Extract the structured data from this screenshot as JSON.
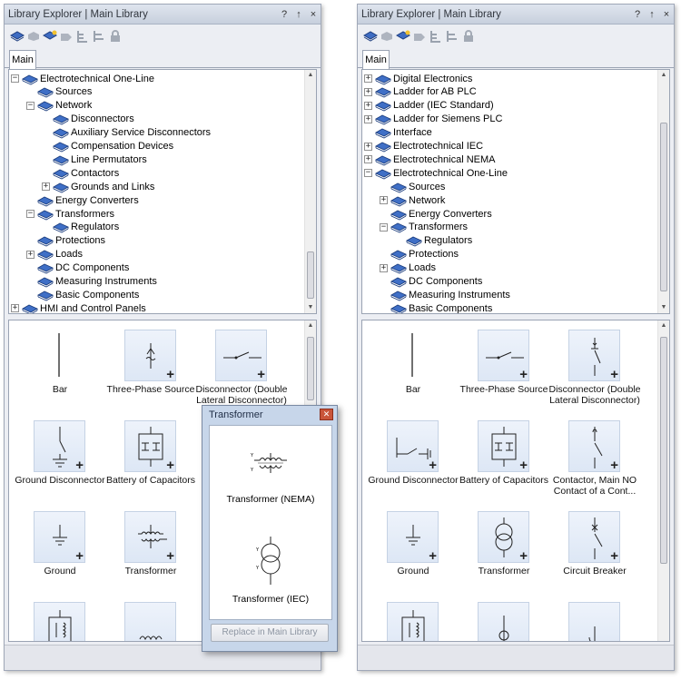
{
  "left": {
    "title": "Library Explorer | Main Library",
    "tab": "Main",
    "tree": [
      "Electrotechnical One-Line",
      "Sources",
      "Network",
      "Disconnectors",
      "Auxiliary Service Disconnectors",
      "Compensation Devices",
      "Line Permutators",
      "Contactors",
      "Grounds and Links",
      "Energy Converters",
      "Transformers",
      "Regulators",
      "Protections",
      "Loads",
      "DC Components",
      "Measuring Instruments",
      "Basic Components",
      "HMI and Control Panels"
    ],
    "tiles": [
      "Bar",
      "Three-Phase Source",
      "Disconnector (Double Lateral Disconnector)",
      "Ground Disconnector",
      "Battery of Capacitors",
      "Ground",
      "Transformer",
      "",
      ""
    ]
  },
  "right": {
    "title": "Library Explorer | Main Library",
    "tab": "Main",
    "tree": [
      "Digital Electronics",
      "Ladder for AB PLC",
      "Ladder (IEC Standard)",
      "Ladder for Siemens PLC",
      "Interface",
      "Electrotechnical IEC",
      "Electrotechnical NEMA",
      "Electrotechnical One-Line",
      "Sources",
      "Network",
      "Energy Converters",
      "Transformers",
      "Regulators",
      "Protections",
      "Loads",
      "DC Components",
      "Measuring Instruments",
      "Basic Components"
    ],
    "tiles": [
      "Bar",
      "Three-Phase Source",
      "Disconnector (Double Lateral Disconnector)",
      "Ground Disconnector",
      "Battery of Capacitors",
      "Contactor, Main NO Contact of a Cont...",
      "Ground",
      "Transformer",
      "Circuit Breaker",
      "",
      "",
      ""
    ]
  },
  "popup": {
    "title": "Transformer",
    "items": [
      "Transformer (NEMA)",
      "Transformer (IEC)"
    ],
    "button": "Replace in Main Library"
  },
  "titlebar_buttons": [
    "?",
    "↑",
    "×"
  ]
}
